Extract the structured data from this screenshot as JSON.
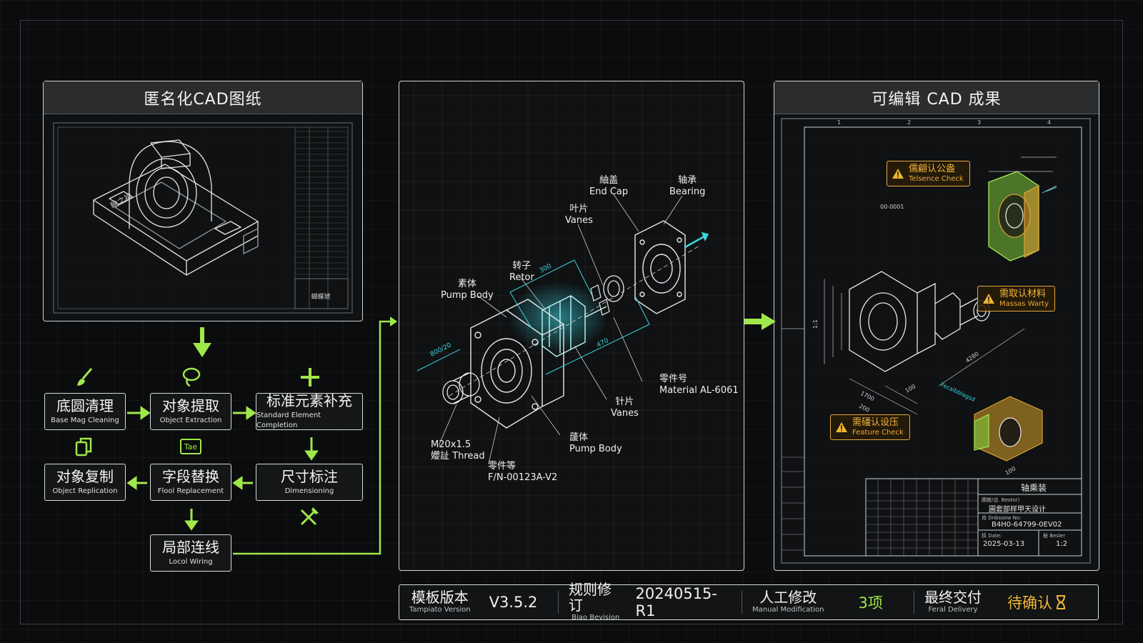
{
  "panels": {
    "left_title": "匿名化CAD图纸",
    "right_title": "可编辑 CAD 成果",
    "left_drawing_stamp": "蝴蝶琥"
  },
  "steps": [
    {
      "cn": "底圆清理",
      "en": "Base Mag Cleaning"
    },
    {
      "cn": "对象提取",
      "en": "Object Extraction"
    },
    {
      "cn": "标准元素补充",
      "en": "Standard Element Completion"
    },
    {
      "cn": "对象复制",
      "en": "Object Replication"
    },
    {
      "cn": "字段替换",
      "en": "Flool Replacement"
    },
    {
      "cn": "尺寸标注",
      "en": "Dimensioning"
    },
    {
      "cn": "局部连线",
      "en": "Locol Wiring"
    }
  ],
  "step_icon_label": "Tae",
  "callouts": {
    "end_cap": {
      "cn": "紬盖",
      "en": "End Cap"
    },
    "bearing": {
      "cn": "轴承",
      "en": "Bearing"
    },
    "vanes_top": {
      "cn": "叶片",
      "en": "Vanes"
    },
    "rotor": {
      "cn": "转子",
      "en": "Retor"
    },
    "pump_body_top": {
      "cn": "素体",
      "en": "Pump Body"
    },
    "part_no": {
      "cn": "零件号",
      "en": "Material AL-6061"
    },
    "vanes_bottom": {
      "cn": "针片",
      "en": "Vanes"
    },
    "pump_body_bottom": {
      "cn": "蘐体",
      "en": "Pump Body"
    },
    "thread": {
      "cn": "M20x1.5",
      "en": "孆訨 Thread"
    },
    "fn": {
      "cn": "零件等",
      "en": "F/N-00123A-V2"
    }
  },
  "dims": {
    "d1": "300",
    "d2": "470",
    "d3": "800/20"
  },
  "warnings": [
    {
      "cn": "儒翩认公盎",
      "en": "Telsence Check"
    },
    {
      "cn": "需取认材料",
      "en": "Massas Warty"
    },
    {
      "cn": "需礓认设压",
      "en": "Feature Check"
    }
  ],
  "right_dims": {
    "a": "1700",
    "b": "200",
    "c": "100",
    "d": "4280",
    "e": "100",
    "f": "1:1",
    "g": "00-0001"
  },
  "title_block": {
    "title": "轴乘装",
    "row1_label": "圃館/设. Bestor)",
    "row1_value": "圃套部样甲天设计",
    "row2_label": "肖 Dnbsoow No:",
    "row2_value": "B4H0-64799-0EV02",
    "row3_label": "拆 Date:",
    "row3_value": "2025-03-13",
    "row4_label": "秘 Besler",
    "row4_value": "1:2"
  },
  "grid_numbers": [
    "1",
    "2",
    "3",
    "4"
  ],
  "footer": {
    "template_cn": "模板版本",
    "template_en": "Tampiato Version",
    "template_val": "V3.5.2",
    "rule_cn": "规则修订",
    "rule_en": "Biao Bevision",
    "rule_val": "20240515-R1",
    "manual_cn": "人工修改",
    "manual_en": "Manual Modification",
    "manual_val": "3项",
    "final_cn": "最终交付",
    "final_en": "Feral Delivery",
    "final_val": "待确认"
  },
  "colors": {
    "accent_green": "#9fe84a",
    "warning_amber": "#f0b632",
    "cyan_glow": "#3ad6e0"
  }
}
